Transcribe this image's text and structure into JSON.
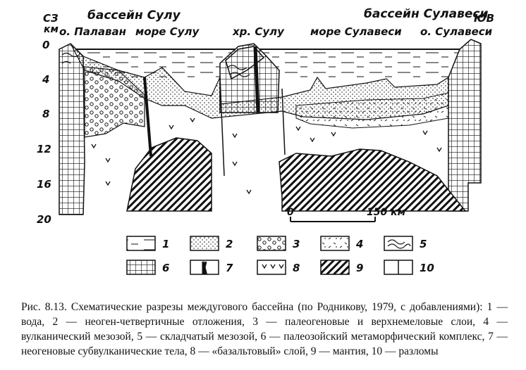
{
  "header": {
    "basin_left": "бассейн Сулу",
    "basin_right": "бассейн Сулавеси",
    "nw": "СЗ",
    "se": "ЮВ",
    "km": "км",
    "loc_palawan": "о. Палаван",
    "loc_sulu_sea": "море Сулу",
    "loc_sulu_ridge": "хр. Сулу",
    "loc_sulawesi_sea": "море Сулавеси",
    "loc_sulawesi_island": "о. Сулавеси"
  },
  "depth_ticks": [
    "0",
    "4",
    "8",
    "12",
    "16",
    "20"
  ],
  "scale_bar": {
    "start": "0",
    "end": "150 км"
  },
  "legend": [
    {
      "num": "1",
      "pattern": "water"
    },
    {
      "num": "2",
      "pattern": "dots"
    },
    {
      "num": "3",
      "pattern": "circles"
    },
    {
      "num": "4",
      "pattern": "volcanic"
    },
    {
      "num": "5",
      "pattern": "folded"
    },
    {
      "num": "6",
      "pattern": "grid"
    },
    {
      "num": "7",
      "pattern": "intrusion"
    },
    {
      "num": "8",
      "pattern": "basalt"
    },
    {
      "num": "9",
      "pattern": "hatch"
    },
    {
      "num": "10",
      "pattern": "faults"
    }
  ],
  "caption": "Рис. 8.13. Схематические разрезы междугового бассейна (по Родникову, 1979, с добавлениями): 1 — вода, 2 — неоген-четвертичные отложения, 3 — палеогеновые и верхнемеловые слои, 4 — вулканический мезозой, 5 — складчатый мезозой, 6 — палеозойский метаморфический комплекс, 7 — неогеновые субвулканические тела, 8 — «базальтовый» слой, 9 — мантия, 10 — разломы"
}
